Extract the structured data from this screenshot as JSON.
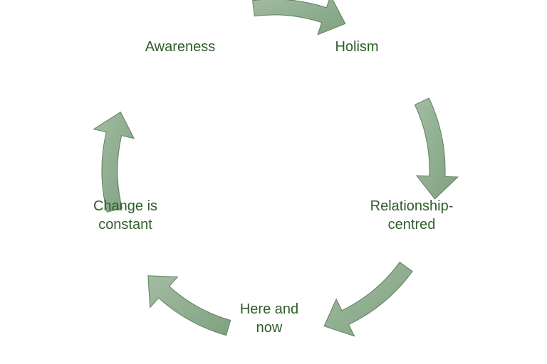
{
  "diagram": {
    "type": "cycle",
    "nodes": [
      {
        "id": "awareness",
        "lines": [
          "Awareness"
        ]
      },
      {
        "id": "holism",
        "lines": [
          "Holism"
        ]
      },
      {
        "id": "relationship-centred",
        "lines": [
          "Relationship-",
          "centred"
        ]
      },
      {
        "id": "here-and-now",
        "lines": [
          "Here and",
          "now"
        ]
      },
      {
        "id": "change-is-constant",
        "lines": [
          "Change is",
          "constant"
        ]
      }
    ],
    "edges": [
      {
        "from": "awareness",
        "to": "holism"
      },
      {
        "from": "holism",
        "to": "relationship-centred"
      },
      {
        "from": "relationship-centred",
        "to": "here-and-now"
      },
      {
        "from": "here-and-now",
        "to": "change-is-constant"
      },
      {
        "from": "change-is-constant",
        "to": "awareness"
      }
    ]
  },
  "colors": {
    "label_text": "#2e5e2a",
    "arrow_fill_light": "#a3bca3",
    "arrow_fill_dark": "#7fa17f",
    "arrow_stroke": "#5f7f5f"
  }
}
